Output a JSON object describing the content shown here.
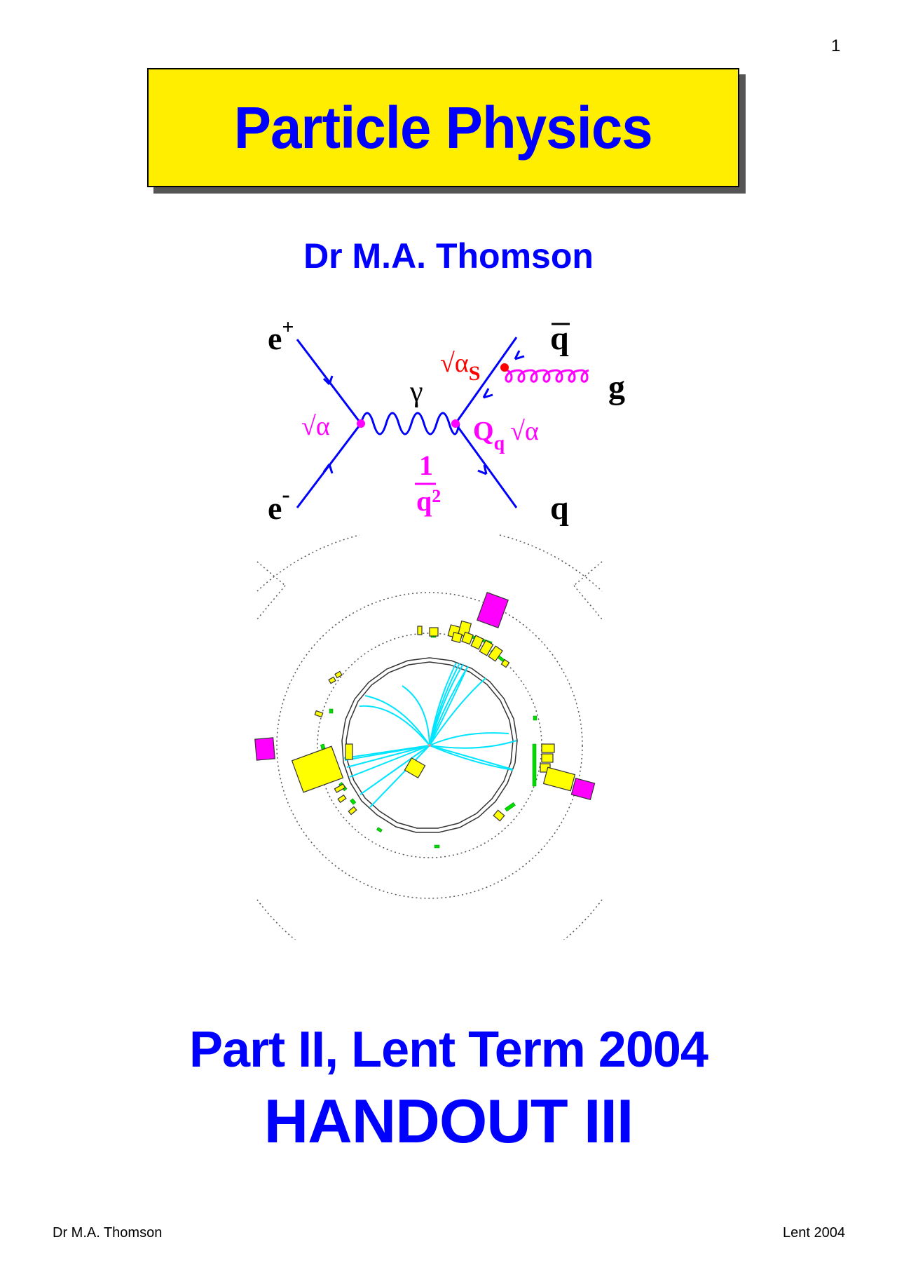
{
  "page": {
    "number": "1"
  },
  "title": {
    "text": "Particle Physics",
    "background": "#ffee00",
    "text_color": "#0000ff",
    "shadow_color": "#555555"
  },
  "author": {
    "text": "Dr M.A. Thomson"
  },
  "feynman_diagram": {
    "labels": {
      "e_plus": "e",
      "e_plus_sup": "+",
      "e_minus": "e",
      "e_minus_sup": "-",
      "qbar": "q",
      "q": "q",
      "gluon": "g",
      "photon": "γ",
      "coupling_left": "√α",
      "coupling_strong": "√α",
      "coupling_strong_sub": "S",
      "coupling_right_Q": "Q",
      "coupling_right_sub": "q",
      "coupling_right_alpha": "√α",
      "propagator_num": "1",
      "propagator_den": "q",
      "propagator_den_sup": "2"
    },
    "colors": {
      "fermion_line": "#0000ff",
      "coupling": "#ff00ff",
      "strong_coupling": "#ff0000",
      "particle_label": "#000000"
    }
  },
  "event_display": {
    "colors": {
      "tracks": "#00e5ff",
      "ecal": "#ffff00",
      "hcal": "#ff00ff",
      "presampler": "#00dd00",
      "frame": "#333333"
    }
  },
  "subtitle": {
    "text": "Part II, Lent Term 2004"
  },
  "handout": {
    "text": "HANDOUT III"
  },
  "footer": {
    "left": "Dr M.A. Thomson",
    "right": "Lent 2004"
  }
}
